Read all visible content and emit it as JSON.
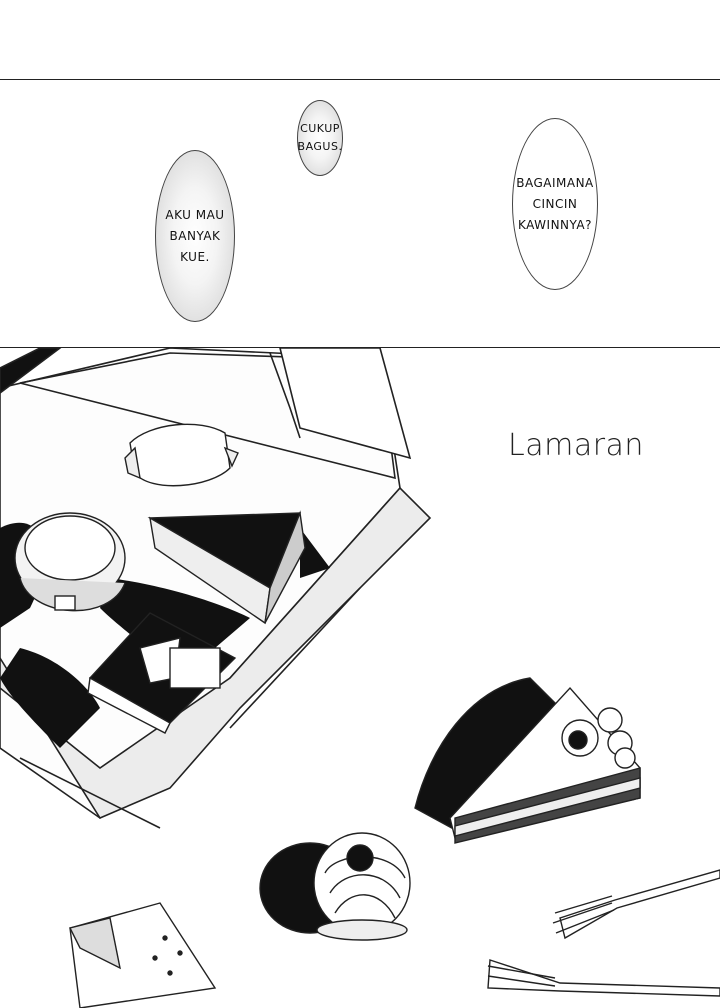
{
  "bubbles": {
    "left": "AKU MAU\nBANYAK\nKUE.",
    "middle": "CUKUP\nBAGUS.",
    "right": "BAGAIMANA\nCINCIN\nKAWINNYA?"
  },
  "chapter_title": "Lamaran"
}
